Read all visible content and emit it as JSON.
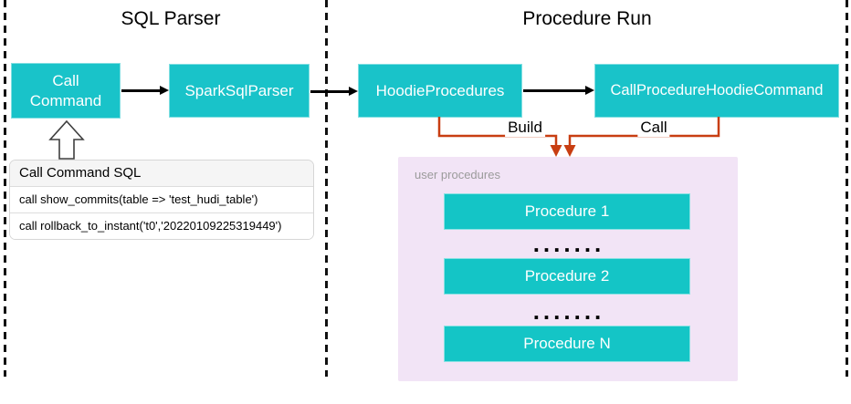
{
  "diagram": {
    "colors": {
      "node_teal": "#19C3C9",
      "container_lavender": "#F2E4F6",
      "connector_orange": "#C83E12",
      "arrow_black": "#000000"
    },
    "sections": [
      {
        "title": "SQL Parser"
      },
      {
        "title": "Procedure Run"
      }
    ],
    "nodes": {
      "call_command": "Call Command",
      "spark_sql_parser": "SparkSqlParser",
      "hoodie_procedures": "HoodieProcedures",
      "call_procedure_hoodie_command": "CallProcedureHoodieCommand"
    },
    "edges": {
      "build_label": "Build",
      "call_label": "Call"
    },
    "sql_panel": {
      "header": "Call Command SQL",
      "rows": [
        "call show_commits(table => 'test_hudi_table')",
        "call rollback_to_instant('t0','20220109225319449')"
      ]
    },
    "user_procedures": {
      "label": "user procedures",
      "items": [
        "Procedure 1",
        "Procedure 2",
        "Procedure N"
      ],
      "dots": "......."
    }
  }
}
